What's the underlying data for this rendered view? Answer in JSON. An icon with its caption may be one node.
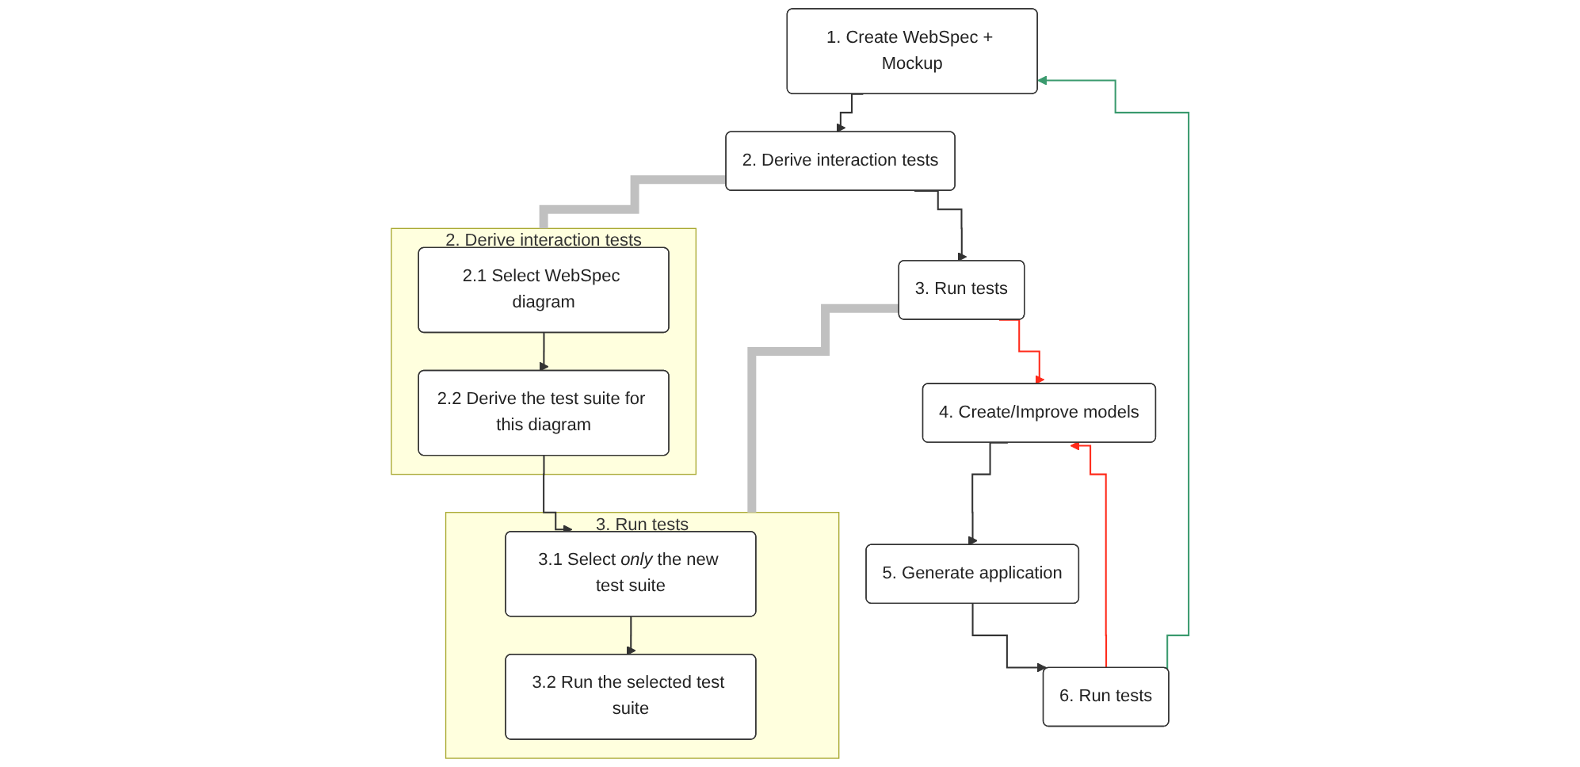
{
  "diagram": {
    "nodes": [
      {
        "text": [
          "1. Create WebSpec + Mockup"
        ]
      },
      {
        "text": [
          "2. Derive interaction tests"
        ]
      },
      {
        "text": [
          "3. Run tests"
        ]
      },
      {
        "text": [
          "4. Create/Improve models"
        ]
      },
      {
        "text": [
          "5. Generate application"
        ]
      },
      {
        "text": [
          "6. Run tests"
        ]
      },
      {
        "text": [
          "2. Derive interaction tests"
        ]
      },
      {
        "text": [
          "2.1 Select WebSpec diagram"
        ],
        "in": 6
      },
      {
        "text": [
          "2.2 Derive the test suite for this diagram"
        ],
        "in": 6
      },
      {
        "text": [
          "3. Run tests"
        ]
      },
      {
        "text": [
          "3.1 Select *only* the new test suite"
        ],
        "in": 9
      },
      {
        "text": [
          "3.2 Run the selected test suite"
        ],
        "in": 9
      }
    ],
    "edges": [
      {
        "from": 0,
        "to": 1,
        "arrow": "to"
      },
      {
        "from": 1,
        "to": 2,
        "arrow": "to"
      },
      {
        "from": 2,
        "to": 3,
        "arrow": "to",
        "color": "#ff2a1a"
      },
      {
        "from": 3,
        "to": 4,
        "arrow": "to"
      },
      {
        "from": 4,
        "to": 5,
        "arrow": "to"
      },
      {
        "from": 5,
        "to": 3,
        "arrow": "to",
        "color": "#ff2a1a"
      },
      {
        "from": 5,
        "to": 0,
        "arrow": "to",
        "color": "#3a9a6e"
      },
      {
        "from": 1,
        "to": 6,
        "arrow": "none",
        "style": "thick",
        "color": "#c0c0c0"
      },
      {
        "from": 2,
        "to": 9,
        "arrow": "none",
        "style": "thick",
        "color": "#c0c0c0"
      },
      {
        "from": 7,
        "to": 8,
        "arrow": "to"
      },
      {
        "from": 8,
        "to": 10,
        "arrow": "to"
      },
      {
        "from": 10,
        "to": 11,
        "arrow": "to"
      }
    ]
  }
}
